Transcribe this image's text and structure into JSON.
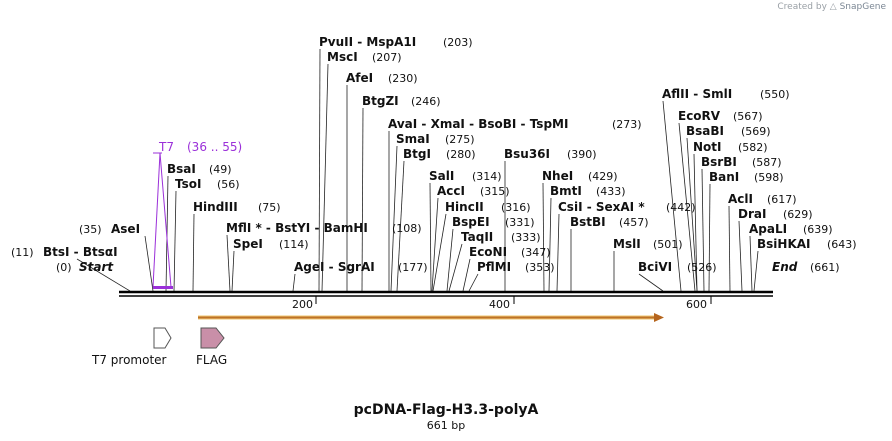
{
  "app": {
    "credit_prefix": "Created by",
    "credit_brand": "SnapGene"
  },
  "construct": {
    "name": "pcDNA-Flag-H3.3-polyA",
    "length": "661 bp",
    "start_label": "Start",
    "end_label": "End",
    "start_pos": "(0)",
    "end_pos": "(661)"
  },
  "ruler": {
    "ticks": [
      "200",
      "400",
      "600"
    ]
  },
  "enzymes": [
    {
      "name": "PvuII  -  MspA1I",
      "pos": "(203)"
    },
    {
      "name": "MscI",
      "pos": "(207)"
    },
    {
      "name": "AfeI",
      "pos": "(230)"
    },
    {
      "name": "BtgZI",
      "pos": "(246)"
    },
    {
      "name": "AvaI  -  XmaI  -  BsoBI  -  TspMI",
      "pos": "(273)"
    },
    {
      "name": "SmaI",
      "pos": "(275)"
    },
    {
      "name": "BtgI",
      "pos": "(280)"
    },
    {
      "name": "Bsu36I",
      "pos": "(390)"
    },
    {
      "name": "SalI",
      "pos": "(314)"
    },
    {
      "name": "AccI",
      "pos": "(315)"
    },
    {
      "name": "HincII",
      "pos": "(316)"
    },
    {
      "name": "BspEI",
      "pos": "(331)"
    },
    {
      "name": "TaqII",
      "pos": "(333)"
    },
    {
      "name": "EcoNI",
      "pos": "(347)"
    },
    {
      "name": "PflMI",
      "pos": "(353)"
    },
    {
      "name": "NheI",
      "pos": "(429)"
    },
    {
      "name": "BmtI",
      "pos": "(433)"
    },
    {
      "name": "CsiI  -  SexAI *",
      "pos": "(442)"
    },
    {
      "name": "BstBI",
      "pos": "(457)"
    },
    {
      "name": "MslI",
      "pos": "(501)"
    },
    {
      "name": "BciVI",
      "pos": "(526)"
    },
    {
      "name": "AflII  -  SmlI",
      "pos": "(550)"
    },
    {
      "name": "EcoRV",
      "pos": "(567)"
    },
    {
      "name": "BsaBI",
      "pos": "(569)"
    },
    {
      "name": "NotI",
      "pos": "(582)"
    },
    {
      "name": "BsrBI",
      "pos": "(587)"
    },
    {
      "name": "BanI",
      "pos": "(598)"
    },
    {
      "name": "AclI",
      "pos": "(617)"
    },
    {
      "name": "DraI",
      "pos": "(629)"
    },
    {
      "name": "ApaLI",
      "pos": "(639)"
    },
    {
      "name": "BsiHKAI",
      "pos": "(643)"
    },
    {
      "name": "BsaI",
      "pos": "(49)"
    },
    {
      "name": "TsoI",
      "pos": "(56)"
    },
    {
      "name": "HindIII",
      "pos": "(75)"
    },
    {
      "name": "AseI",
      "pos": "(35)"
    },
    {
      "name": "BtsI  -  BtsαI",
      "pos": "(11)"
    },
    {
      "name": "MflI *  -  BstYI  -  BamHI",
      "pos": "(108)"
    },
    {
      "name": "SpeI",
      "pos": "(114)"
    },
    {
      "name": "AgeI  -  SgrAI",
      "pos": "(177)"
    }
  ],
  "primer": {
    "name": "T7",
    "range": "(36 .. 55)",
    "color": "#9b30d9"
  },
  "features": [
    {
      "name": "T7 promoter",
      "color": "#ffffff"
    },
    {
      "name": "FLAG",
      "color": "#c98fa8"
    }
  ],
  "orf": {
    "color": "#f5a623"
  }
}
